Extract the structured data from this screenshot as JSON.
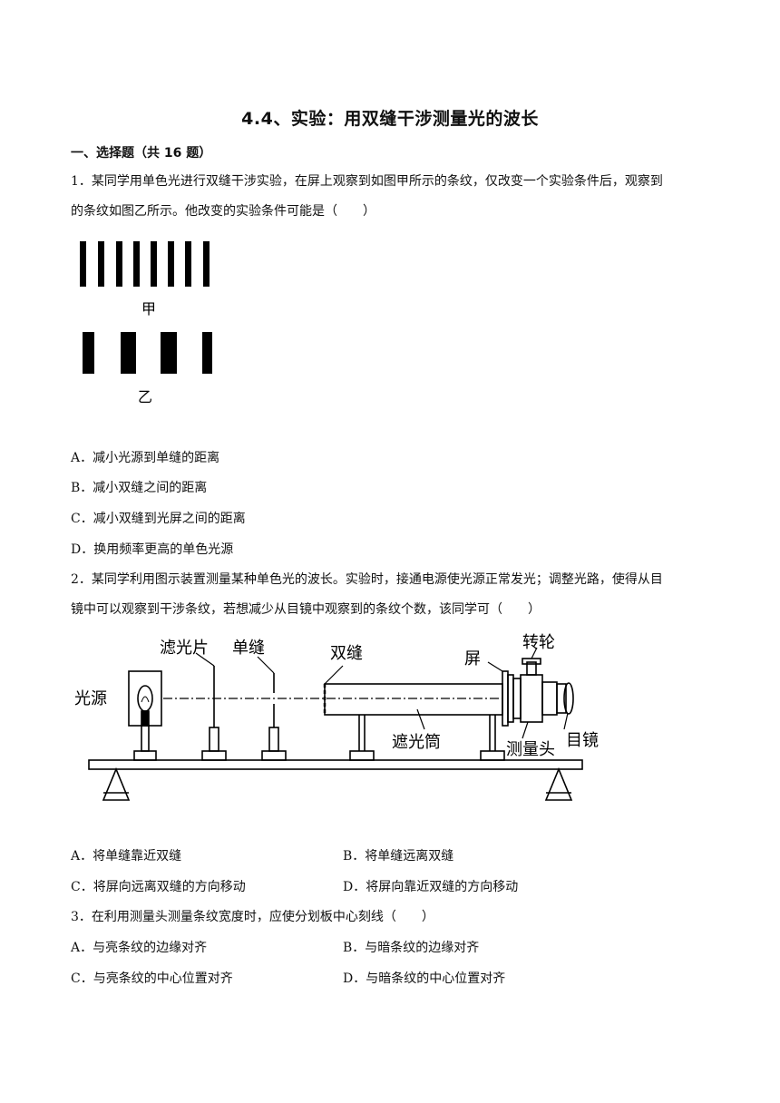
{
  "title": "4.4、实验：用双缝干涉测量光的波长",
  "section": "一、选择题（共 16 题）",
  "q1": {
    "line1": "1．某同学用单色光进行双缝干涉实验，在屏上观察到如图甲所示的条纹，仅改变一个实验条件后，观察到",
    "line2": "的条纹如图乙所示。他改变的实验条件可能是（　　）",
    "fig_label_a": "甲",
    "fig_label_b": "乙",
    "options": {
      "A": "A．减小光源到单缝的距离",
      "B": "B．减小双缝之间的距离",
      "C": "C．减小双缝到光屏之间的距离",
      "D": "D．换用频率更高的单色光源"
    }
  },
  "q2": {
    "line1": "2．某同学利用图示装置测量某种单色光的波长。实验时，接通电源使光源正常发光；调整光路，使得从目",
    "line2": "镜中可以观察到干涉条纹，若想减少从目镜中观察到的条纹个数，该同学可（　　）",
    "labels": {
      "filter": "滤光片",
      "single_slit": "单缝",
      "double_slit": "双缝",
      "screen": "屏",
      "wheel": "转轮",
      "light_source": "光源",
      "tube": "遮光筒",
      "measuring_head": "测量头",
      "eyepiece": "目镜"
    },
    "options": {
      "A": "A．将单缝靠近双缝",
      "B": "B．将单缝远离双缝",
      "C": "C．将屏向远离双缝的方向移动",
      "D": "D．将屏向靠近双缝的方向移动"
    }
  },
  "q3": {
    "line1": "3．在利用测量头测量条纹宽度时，应使分划板中心刻线（　　）",
    "options": {
      "A": "A．与亮条纹的边缘对齐",
      "B": "B．与暗条纹的边缘对齐",
      "C": "C．与亮条纹的中心位置对齐",
      "D": "D．与暗条纹的中心位置对齐"
    }
  }
}
